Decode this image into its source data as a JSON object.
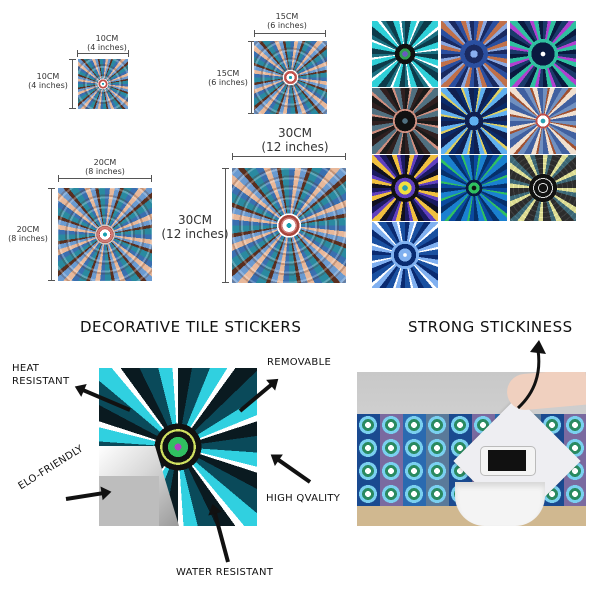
{
  "sizes": [
    {
      "id": "10cm",
      "width_label": "10CM",
      "width_sub": "(4 inches)",
      "height_label": "10CM",
      "height_sub": "(4 inches)"
    },
    {
      "id": "15cm",
      "width_label": "15CM",
      "width_sub": "(6 inches)",
      "height_label": "15CM",
      "height_sub": "(6 inches)"
    },
    {
      "id": "20cm",
      "width_label": "20CM",
      "width_sub": "(8 inches)",
      "height_label": "20CM",
      "height_sub": "(8 inches)"
    },
    {
      "id": "30cm",
      "width_label": "30CM",
      "width_sub": "(12 inches)",
      "height_label": "30CM",
      "height_sub": "(12 inches)"
    }
  ],
  "pattern_grid": {
    "tiles": [
      {
        "c1": "#0d3b4a",
        "c2": "#2fd0d8",
        "c3": "#ffffff",
        "c4": "#1a6f80"
      },
      {
        "c1": "#2a4fa0",
        "c2": "#c0704a",
        "c3": "#8aa8e0",
        "c4": "#1a2a60"
      },
      {
        "c1": "#1a3a6a",
        "c2": "#b040d0",
        "c3": "#30c0a0",
        "c4": "#0a1a40"
      },
      {
        "c1": "#1a1a1a",
        "c2": "#d09080",
        "c3": "#507080",
        "c4": "#302020"
      },
      {
        "c1": "#0a2a6a",
        "c2": "#e0d060",
        "c3": "#60b0f0",
        "c4": "#102050"
      },
      {
        "c1": "#7090c0",
        "c2": "#a05030",
        "c3": "#f0e0d0",
        "c4": "#4060a0"
      },
      {
        "c1": "#101020",
        "c2": "#f0c040",
        "c3": "#6040c0",
        "c4": "#1a1a60"
      },
      {
        "c1": "#0a4aa0",
        "c2": "#30c060",
        "c3": "#1a80d0",
        "c4": "#06306a"
      },
      {
        "c1": "#1a1a1a",
        "c2": "#f0f0a0",
        "c3": "#407080",
        "c4": "#303030"
      },
      {
        "c1": "#0a2a70",
        "c2": "#80b0f0",
        "c3": "#ffffff",
        "c4": "#1a50a0"
      }
    ]
  },
  "features": {
    "title": "DECORATIVE TILE STICKERS",
    "labels": {
      "heat_resistant_1": "HEAT",
      "heat_resistant_2": "RESISTANT",
      "removable": "REMOVABLE",
      "eco_friendly": "ELO-FRIENDLY",
      "high_quality": "HIGH QVALITY",
      "water_resistant": "WATER RESISTANT"
    }
  },
  "stickiness": {
    "title": "STRONG STICKINESS"
  }
}
